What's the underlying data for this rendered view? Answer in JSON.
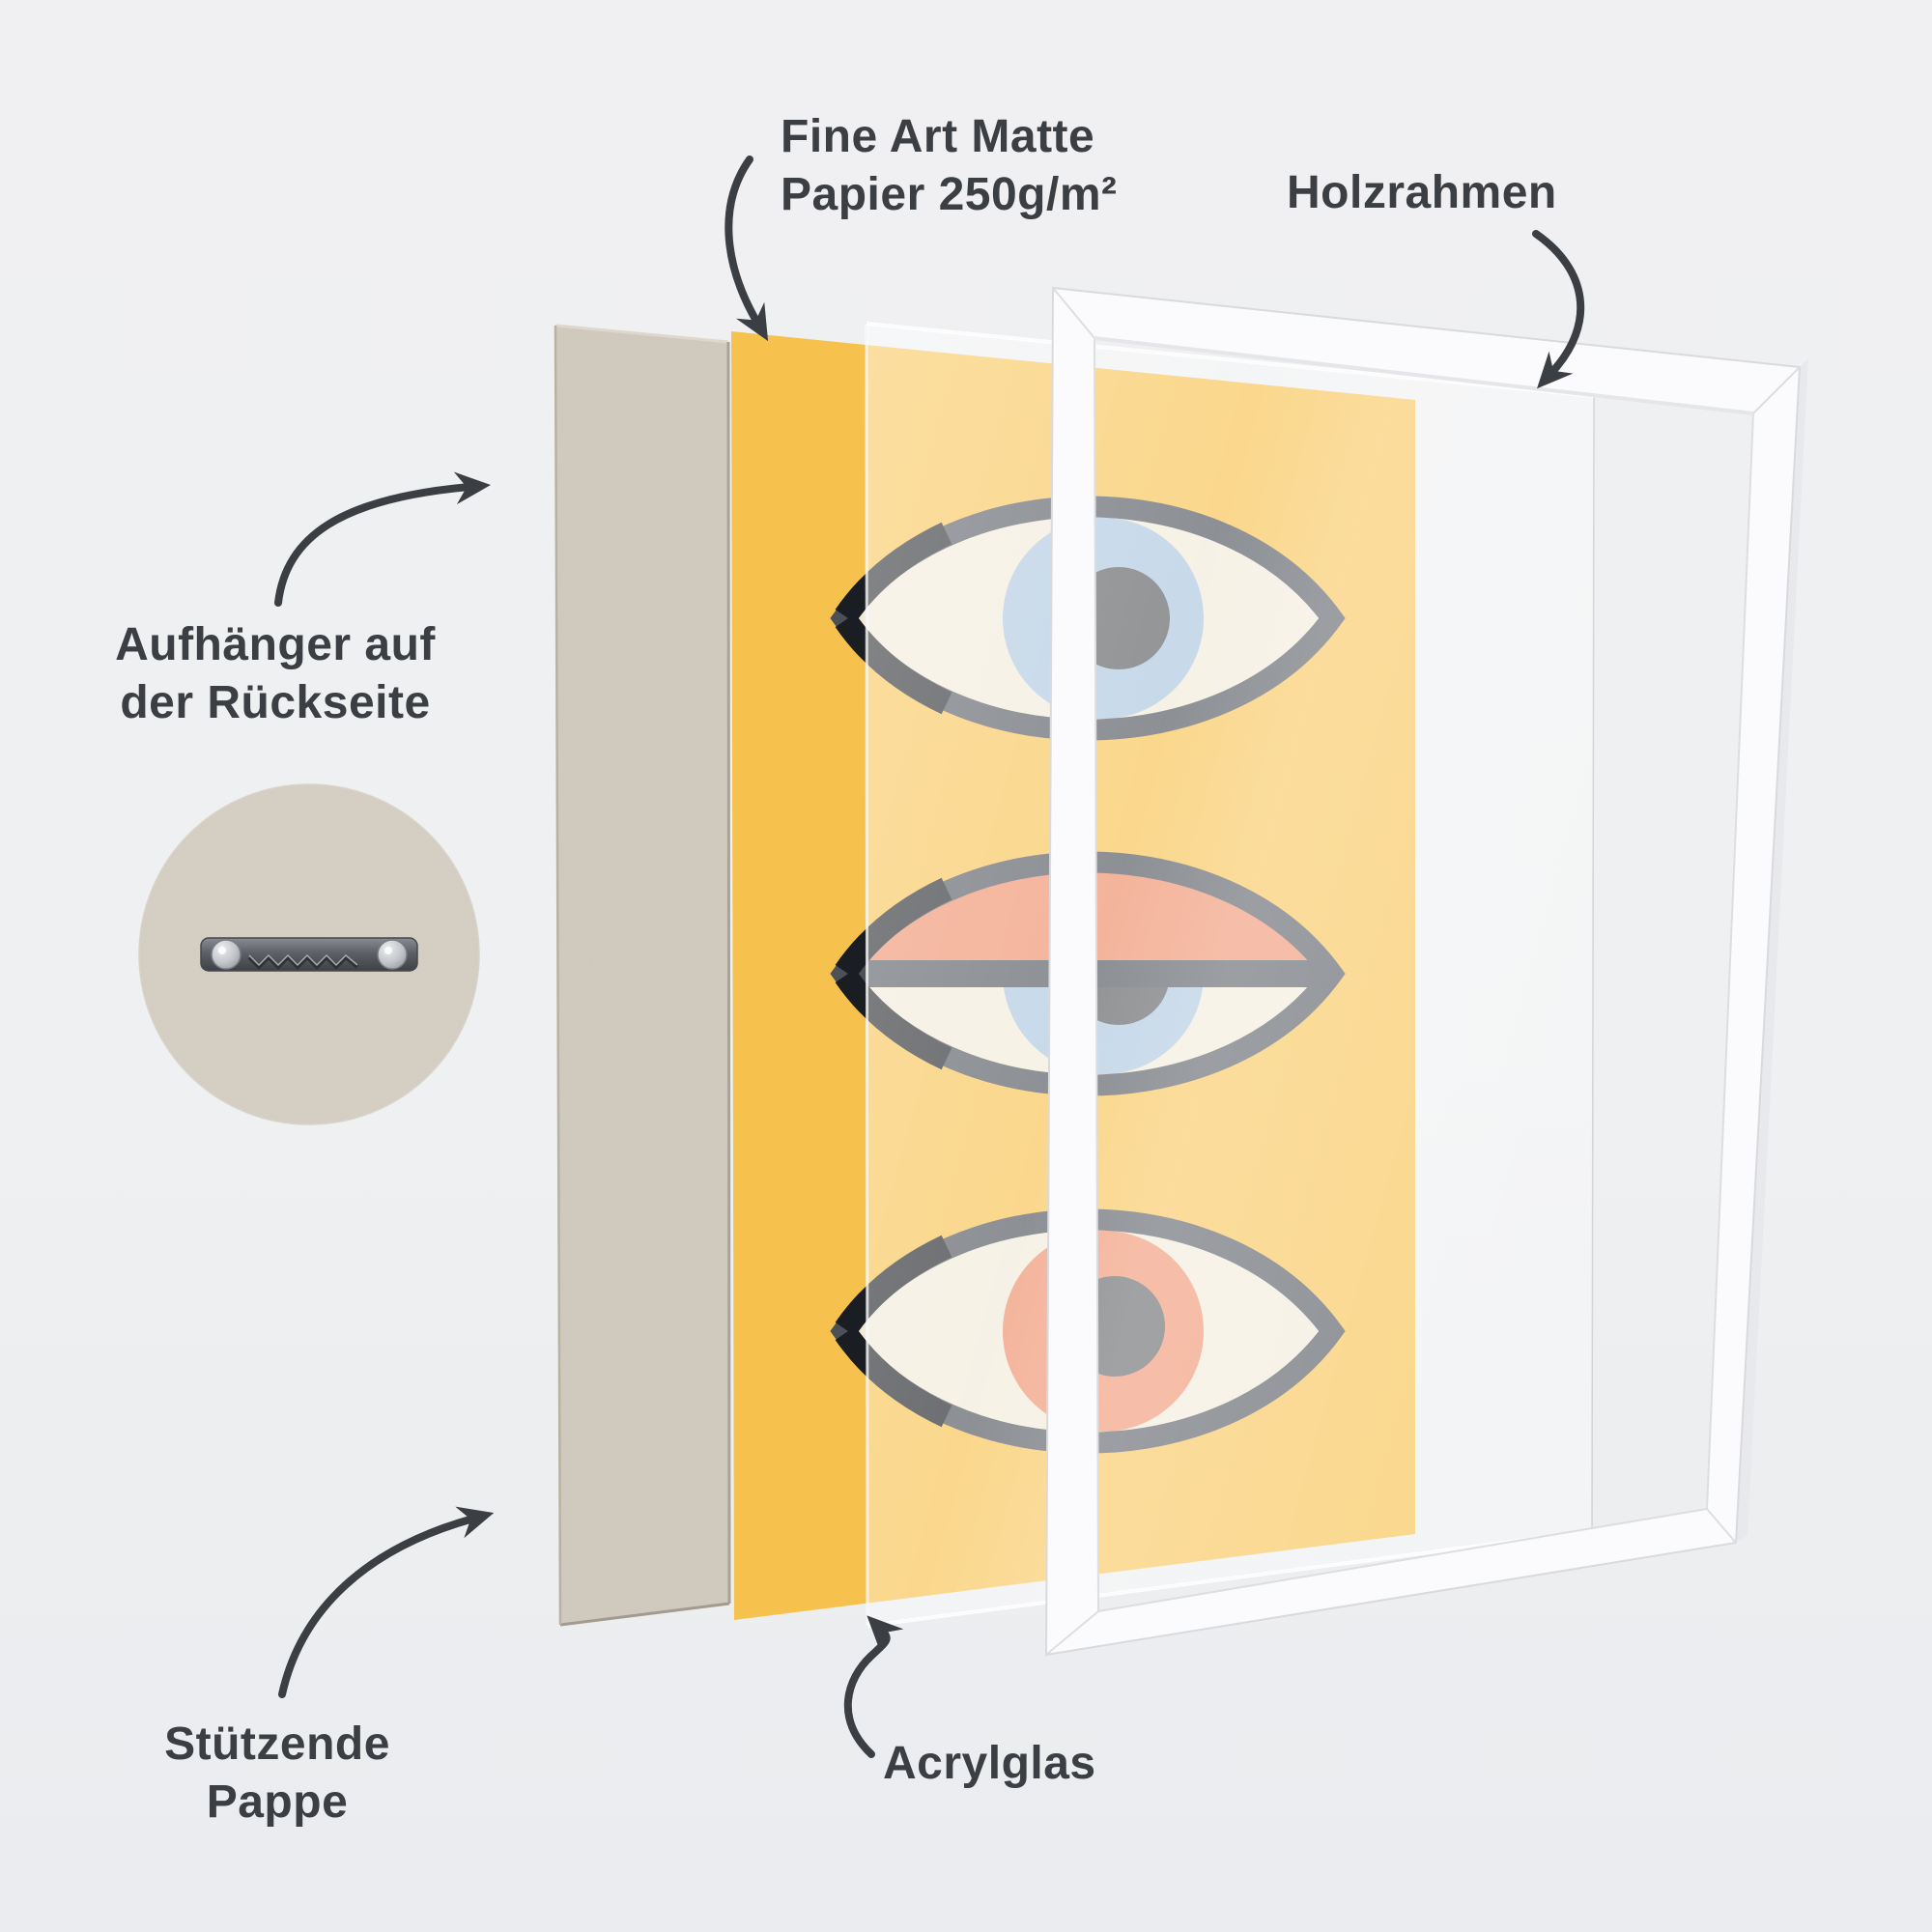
{
  "diagram": {
    "type": "exploded product diagram",
    "product": "framed wall-art poster (layer structure)",
    "labels": {
      "paper": {
        "line1": "Fine Art Matte",
        "line2": "Papier 250g/m²"
      },
      "frame": {
        "text": "Holzrahmen"
      },
      "hanger": {
        "line1": "Aufhänger auf",
        "line2": "der Rückseite"
      },
      "cardboard": {
        "line1": "Stützende",
        "line2": "Pappe"
      },
      "acrylic": {
        "text": "Acrylglas"
      }
    },
    "layers": [
      {
        "id": "cardboard",
        "name": "Stützende Pappe (backing board)"
      },
      {
        "id": "paper",
        "name": "Fine Art Matte Papier 250g/m² (poster print)"
      },
      {
        "id": "acrylic",
        "name": "Acrylglas (acrylic glazing)"
      },
      {
        "id": "frame",
        "name": "Holzrahmen (white wooden frame)"
      }
    ],
    "inset": {
      "shows": "sawtooth hanger with two screws on cardboard back"
    },
    "artwork": {
      "description": "poster with three stacked abstract eyes on yellow background",
      "eyes": [
        {
          "position": "top",
          "iris": "blue",
          "pupil": "dark-gray",
          "state": "open"
        },
        {
          "position": "middle",
          "iris": "blue",
          "pupil": "dark-gray",
          "state": "half-closed",
          "eyelid": "orange"
        },
        {
          "position": "bottom",
          "iris": "orange",
          "pupil": "dark-gray",
          "state": "open"
        }
      ]
    }
  },
  "colors": {
    "background": "#f0f0f2",
    "text": "#3b3e42",
    "arrow": "#3b3e42",
    "cardboard": "#cec7bb",
    "paper_yellow": "#f7c14d",
    "eye_outline": "#4c5158",
    "eye_outline_dark": "#1a1d22",
    "sclera": "#f1ead8",
    "iris_blue": "#a9c4de",
    "iris_orange": "#ee8b64",
    "pupil": "#55585c",
    "frame_face": "#fbfbfd",
    "frame_top": "#eef0f2",
    "frame_side": "#e7e9ec"
  }
}
